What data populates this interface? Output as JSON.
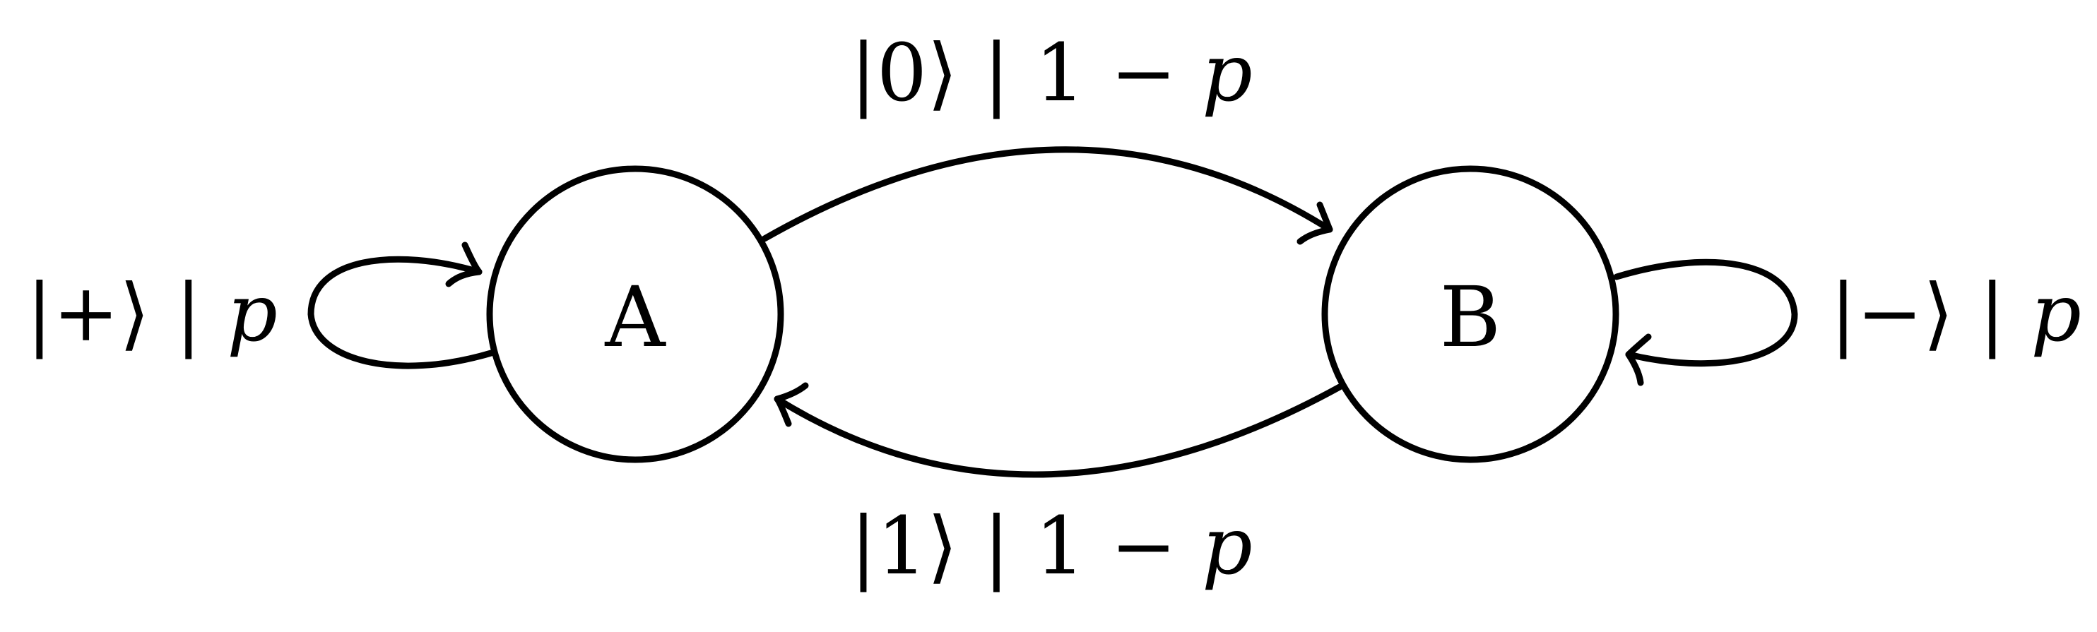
{
  "colors": {
    "stroke": "#000000",
    "background": "#ffffff"
  },
  "nodes": [
    {
      "id": "A",
      "label": "A"
    },
    {
      "id": "B",
      "label": "B"
    }
  ],
  "edges": [
    {
      "from": "A",
      "to": "B",
      "ket": "|0⟩",
      "sep": " | ",
      "prob_const": "1 − ",
      "prob_var": "p"
    },
    {
      "from": "B",
      "to": "A",
      "ket": "|1⟩",
      "sep": " | ",
      "prob_const": "1 − ",
      "prob_var": "p"
    },
    {
      "from": "A",
      "to": "A",
      "ket": "|+⟩",
      "sep": " | ",
      "prob_const": "",
      "prob_var": "p"
    },
    {
      "from": "B",
      "to": "B",
      "ket": "|−⟩",
      "sep": " | ",
      "prob_const": "",
      "prob_var": "p"
    }
  ]
}
